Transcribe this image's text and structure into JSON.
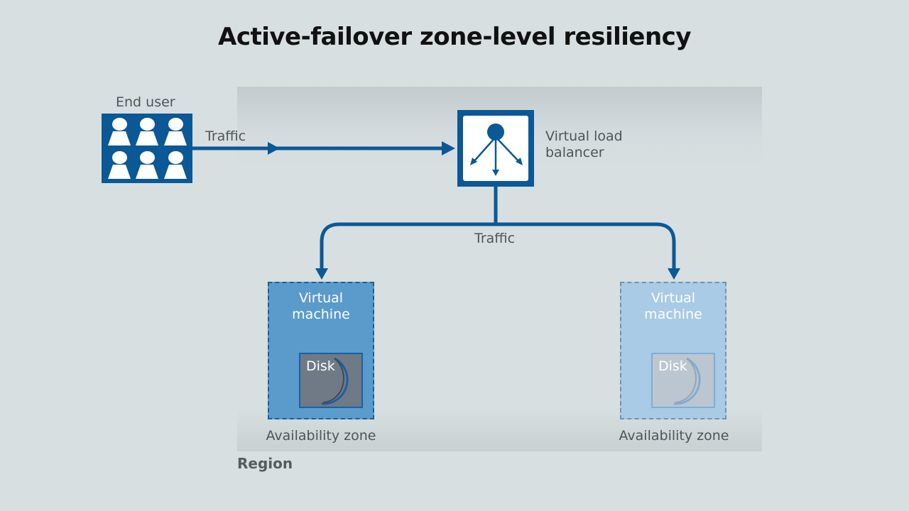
{
  "title": "Active-failover zone-level resiliency",
  "region": {
    "label": "Region"
  },
  "end_user": {
    "label": "End user",
    "icon": "people-group-icon",
    "people_count": 6
  },
  "traffic_in": {
    "label": "Traffic"
  },
  "load_balancer": {
    "label_line1": "Virtual load",
    "label_line2": "balancer",
    "icon": "load-balancer-icon"
  },
  "traffic_out": {
    "label": "Traffic"
  },
  "zones": [
    {
      "state": "active",
      "vm_line1": "Virtual",
      "vm_line2": "machine",
      "disk_label": "Disk",
      "zone_label": "Availability zone"
    },
    {
      "state": "passive",
      "vm_line1": "Virtual",
      "vm_line2": "machine",
      "disk_label": "Disk",
      "zone_label": "Availability zone"
    }
  ],
  "colors": {
    "background": "#d7dfe0",
    "primary_blue": "#0b5896",
    "active_vm": "#5b9bcb",
    "passive_vm": "#a9cbe5",
    "title_text": "#111111",
    "label_text": "#4e5558"
  }
}
